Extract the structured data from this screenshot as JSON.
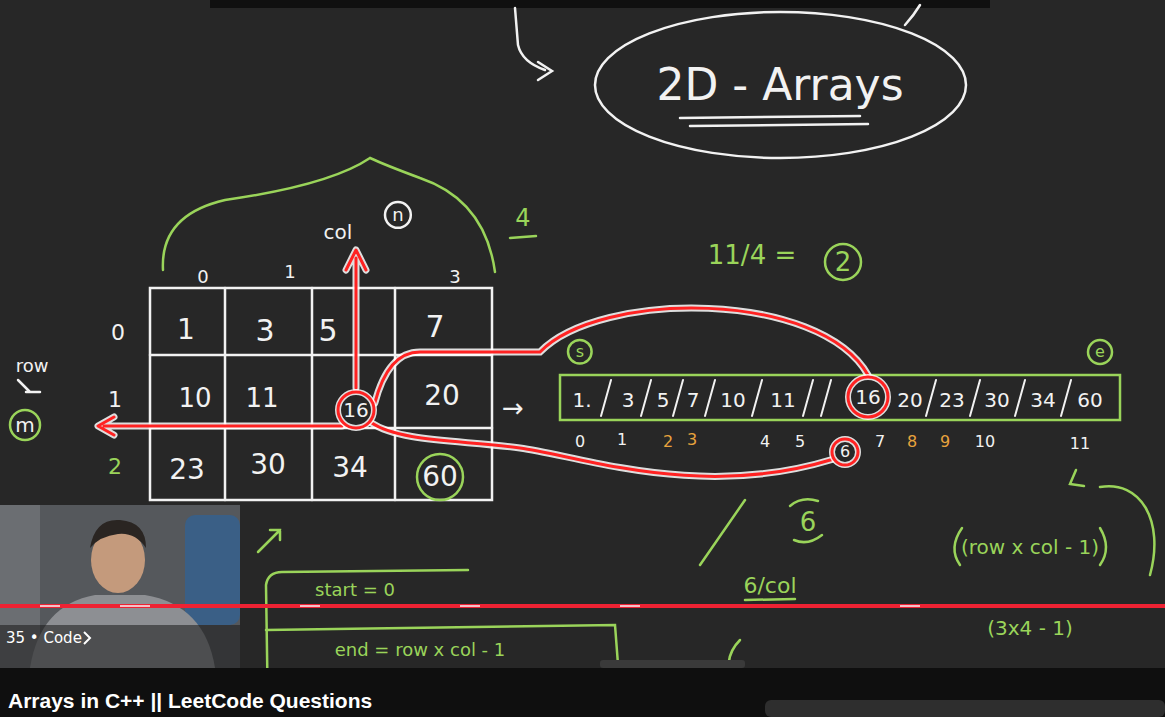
{
  "diagram": {
    "title": "Arrays in C++ || LeetCode Questions",
    "nodes": [
      {
        "text": [
          "2D - Arrays"
        ]
      },
      {
        "text": [
          "n"
        ]
      },
      {
        "text": [
          "2"
        ]
      },
      {
        "text": [
          "s"
        ]
      },
      {
        "text": [
          "e"
        ]
      },
      {
        "text": [
          "m"
        ]
      },
      {
        "text": [
          "16"
        ]
      },
      {
        "text": [
          "16"
        ]
      },
      {
        "text": [
          "60"
        ]
      },
      {
        "text": [
          "6"
        ]
      }
    ],
    "edges": [
      {
        "from": 6,
        "to": 7,
        "arrow": "none"
      },
      {
        "from": 6,
        "to": 9,
        "arrow": "none"
      }
    ],
    "labels": [
      "col",
      "4",
      "0",
      "1",
      "3",
      "0",
      "1",
      "2",
      "row",
      "1",
      "3",
      "5",
      "7",
      "10",
      "11",
      "20",
      "23",
      "30",
      "34",
      "11/4 =",
      "→",
      "1.",
      "3",
      "5",
      "7",
      "10",
      "11",
      "20",
      "23",
      "30",
      "34",
      "60",
      "0",
      "1",
      "2",
      "3",
      "4",
      "5",
      "7",
      "8",
      "9",
      "10",
      "11",
      "6",
      "(row x col - 1)",
      "(3x4 - 1)",
      "6/col",
      "start = 0",
      "end = row x col - 1",
      "35 • Code"
    ]
  }
}
